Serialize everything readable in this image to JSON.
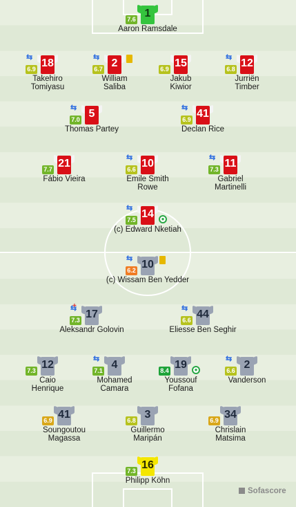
{
  "rating_colors": {
    "high": "#1fa33a",
    "good": "#72b52a",
    "ok": "#b6c21e",
    "mid": "#d9a71a",
    "low": "#f07c24"
  },
  "brand": {
    "label": "Sofascore"
  },
  "players": [
    {
      "id": "ramsdale",
      "team": "home",
      "kit": "gkg",
      "number": "1",
      "name": "Aaron Ramsdale",
      "rating": "7.6",
      "rating_level": "good"
    },
    {
      "id": "tomiyasu",
      "team": "home",
      "kit": "red",
      "number": "18",
      "name": "Takehiro\nTomiyasu",
      "rating": "6.9",
      "rating_level": "ok",
      "sub": true
    },
    {
      "id": "saliba",
      "team": "home",
      "kit": "red",
      "number": "2",
      "name": "William\nSaliba",
      "rating": "6.7",
      "rating_level": "ok",
      "sub": true,
      "card": true
    },
    {
      "id": "kiwior",
      "team": "home",
      "kit": "red",
      "number": "15",
      "name": "Jakub\nKiwior",
      "rating": "6.9",
      "rating_level": "ok"
    },
    {
      "id": "timber",
      "team": "home",
      "kit": "red",
      "number": "12",
      "name": "Jurriën\nTimber",
      "rating": "6.8",
      "rating_level": "ok",
      "sub": true
    },
    {
      "id": "partey",
      "team": "home",
      "kit": "red",
      "number": "5",
      "name": "Thomas Partey",
      "rating": "7.0",
      "rating_level": "good",
      "sub": true
    },
    {
      "id": "rice",
      "team": "home",
      "kit": "red",
      "number": "41",
      "name": "Declan Rice",
      "rating": "6.9",
      "rating_level": "ok",
      "sub": true
    },
    {
      "id": "vieira",
      "team": "home",
      "kit": "red",
      "number": "21",
      "name": "Fábio Vieira",
      "rating": "7.7",
      "rating_level": "good"
    },
    {
      "id": "smithrowe",
      "team": "home",
      "kit": "red",
      "number": "10",
      "name": "Emile Smith\nRowe",
      "rating": "6.6",
      "rating_level": "ok",
      "sub": true
    },
    {
      "id": "martinelli",
      "team": "home",
      "kit": "red",
      "number": "11",
      "name": "Gabriel\nMartinelli",
      "rating": "7.3",
      "rating_level": "good",
      "sub": true
    },
    {
      "id": "nketiah",
      "team": "home",
      "kit": "red",
      "number": "14",
      "name": "(c) Edward Nketiah",
      "rating": "7.5",
      "rating_level": "good",
      "sub": true,
      "goal": true
    },
    {
      "id": "benyedder",
      "team": "away",
      "kit": "grey",
      "number": "10",
      "name": "(c) Wissam Ben Yedder",
      "rating": "6.2",
      "rating_level": "low",
      "sub": true,
      "card": true
    },
    {
      "id": "golovin",
      "team": "away",
      "kit": "grey",
      "number": "17",
      "name": "Aleksandr Golovin",
      "rating": "7.3",
      "rating_level": "good",
      "sub": true,
      "sub_in_marker": true
    },
    {
      "id": "benseghir",
      "team": "away",
      "kit": "grey",
      "number": "44",
      "name": "Eliesse Ben Seghir",
      "rating": "6.6",
      "rating_level": "ok",
      "sub": true
    },
    {
      "id": "henrique",
      "team": "away",
      "kit": "grey",
      "number": "12",
      "name": "Caio\nHenrique",
      "rating": "7.3",
      "rating_level": "good"
    },
    {
      "id": "camara",
      "team": "away",
      "kit": "grey",
      "number": "4",
      "name": "Mohamed\nCamara",
      "rating": "7.1",
      "rating_level": "good",
      "sub": true
    },
    {
      "id": "fofana",
      "team": "away",
      "kit": "grey",
      "number": "19",
      "name": "Youssouf\nFofana",
      "rating": "8.4",
      "rating_level": "high",
      "goal": true
    },
    {
      "id": "vanderson",
      "team": "away",
      "kit": "grey",
      "number": "2",
      "name": "Vanderson",
      "rating": "6.6",
      "rating_level": "ok",
      "sub": true
    },
    {
      "id": "magassa",
      "team": "away",
      "kit": "grey",
      "number": "41",
      "name": "Soungoutou\nMagassa",
      "rating": "6.9",
      "rating_level": "mid"
    },
    {
      "id": "maripan",
      "team": "away",
      "kit": "grey",
      "number": "3",
      "name": "Guillermo\nMaripán",
      "rating": "6.8",
      "rating_level": "ok"
    },
    {
      "id": "matsima",
      "team": "away",
      "kit": "grey",
      "number": "34",
      "name": "Chrislain\nMatsima",
      "rating": "6.9",
      "rating_level": "mid"
    },
    {
      "id": "kohn",
      "team": "away",
      "kit": "gky",
      "number": "16",
      "name": "Philipp Köhn",
      "rating": "7.3",
      "rating_level": "good"
    }
  ]
}
